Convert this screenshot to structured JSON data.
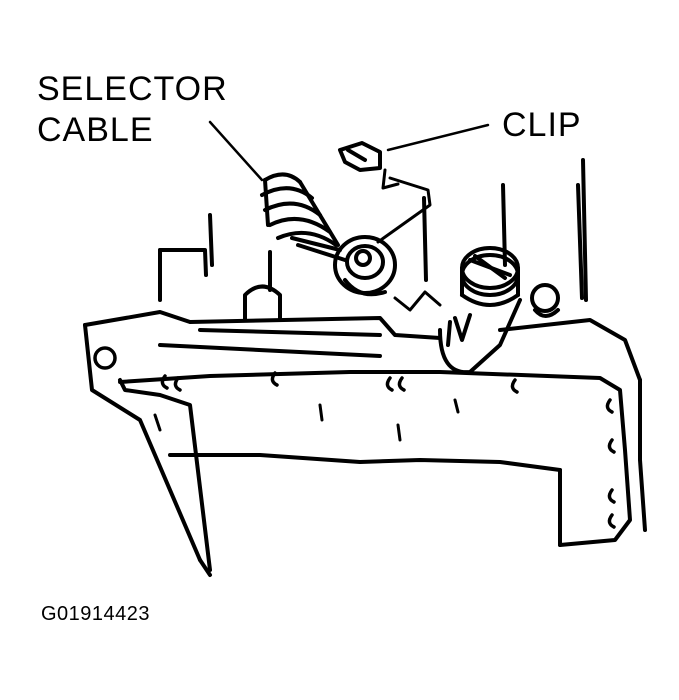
{
  "labels": {
    "selector_line1": "SELECTOR",
    "selector_line2": "CABLE",
    "clip": "CLIP",
    "figure_code": "G01914423"
  },
  "colors": {
    "ink": "#000000",
    "paper": "#ffffff"
  }
}
